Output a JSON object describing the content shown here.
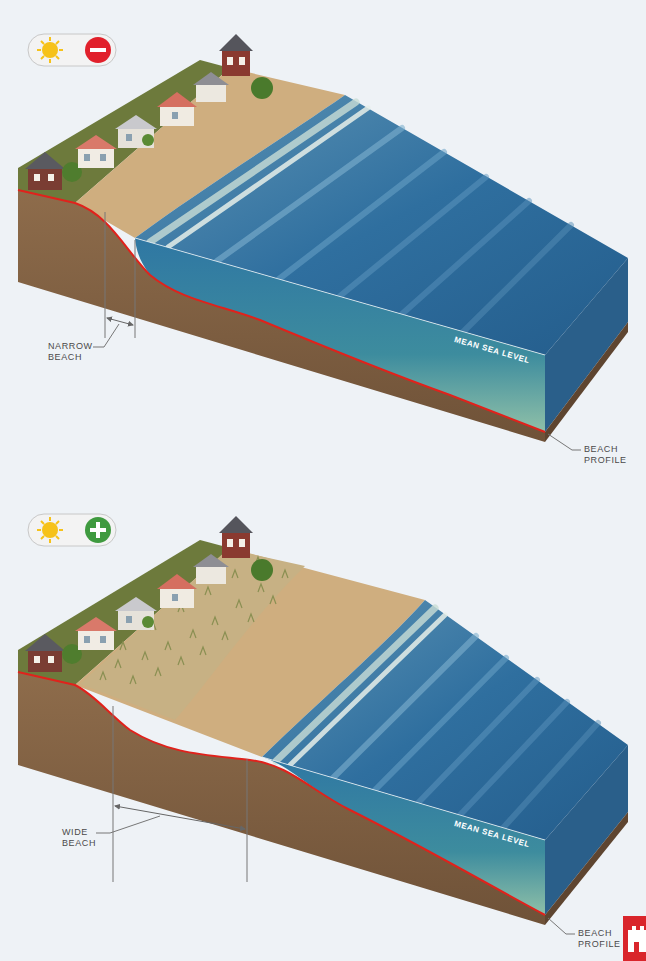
{
  "diagram": {
    "labels": [
      "NARROW BEACH",
      "MEAN SEA LEVEL",
      "BEACH PROFILE",
      "WIDE BEACH",
      "MEAN SEA LEVEL",
      "BEACH PROFILE"
    ]
  }
}
